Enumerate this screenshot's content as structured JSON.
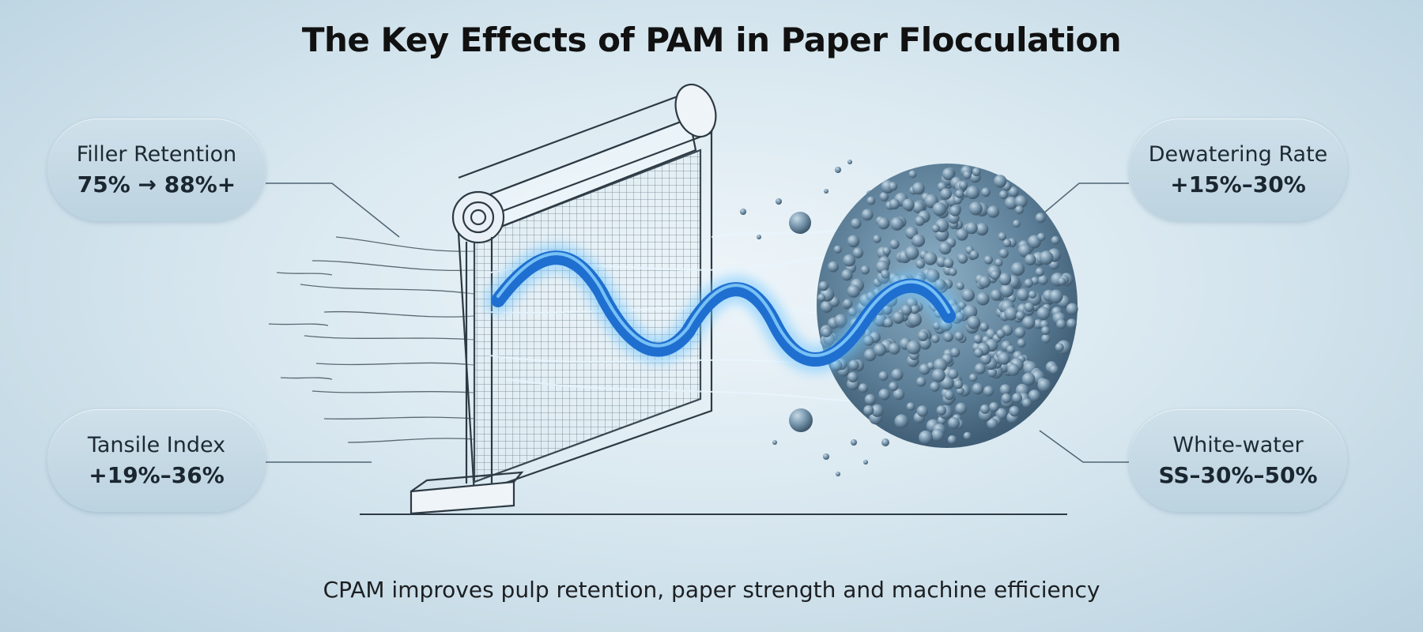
{
  "title": "The Key Effects of PAM in Paper Flocculation",
  "callouts": {
    "filler_retention": {
      "label": "Filler Retention",
      "value": "75% → 88%+"
    },
    "dewatering_rate": {
      "label": "Dewatering Rate",
      "value": "+15%–30%"
    },
    "tensile_index": {
      "label": "Tansile Index",
      "value": "+19%–36%"
    },
    "white_water": {
      "label": "White-water",
      "value": "SS–30%–50%"
    }
  },
  "caption": "CPAM improves pulp retention, paper strength and machine efficiency",
  "colors": {
    "polymer_blue": "#1f6fd0",
    "glow": "#6fc6ff",
    "floc": "#5e7f98",
    "line": "#2d3a44"
  },
  "illustration": {
    "machine_icon": "forming-wire-frame-icon",
    "polymer_icon": "polymer-chain-icon",
    "floc_icon": "floc-cluster-icon"
  }
}
